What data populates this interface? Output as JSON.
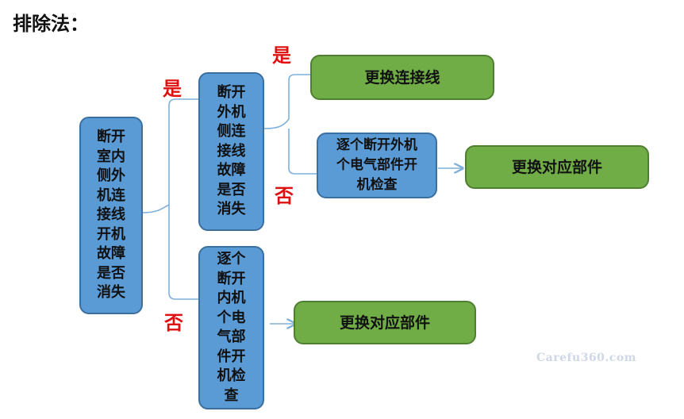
{
  "title": "排除法：",
  "nodes": {
    "root": "断开室内侧外机连接线开机故障是否消失",
    "check_outdoor": "断开外机侧连接线故障是否消失",
    "replace_cable": "更换连接线",
    "check_outdoor_parts": "逐个断开外机个电气部件开机检查",
    "replace_part_outdoor": "更换对应部件",
    "check_indoor_parts": "逐个断开内机个电气部件开机检查",
    "replace_part_indoor": "更换对应部件"
  },
  "labels": {
    "yes_top": "是",
    "yes_left": "是",
    "no_mid": "否",
    "no_bottom": "否"
  },
  "watermark": "Carefu360.com",
  "colors": {
    "decision_fill": "#5b9bd5",
    "action_fill": "#70ad47",
    "label_red": "#e01010",
    "connector": "#7fb0dc"
  }
}
